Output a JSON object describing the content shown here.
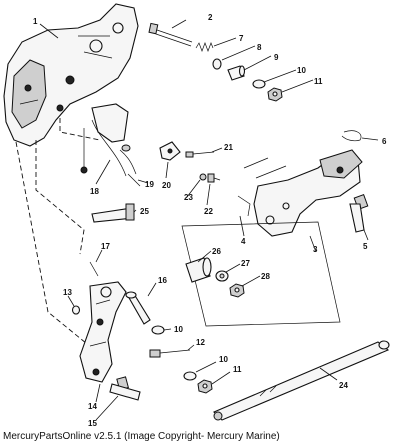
{
  "diagram": {
    "callouts": {
      "c1": "1",
      "c2": "2",
      "c3": "3",
      "c4": "4",
      "c5": "5",
      "c6": "6",
      "c7": "7",
      "c8": "8",
      "c9": "9",
      "c10a": "10",
      "c10b": "10",
      "c10c": "10",
      "c11a": "11",
      "c11b": "11",
      "c12": "12",
      "c13": "13",
      "c14": "14",
      "c15": "15",
      "c16": "16",
      "c17": "17",
      "c18": "18",
      "c19": "19",
      "c20": "20",
      "c21": "21",
      "c22": "22",
      "c23": "23",
      "c24": "24",
      "c25": "25",
      "c26": "26",
      "c27": "27",
      "c28": "28"
    }
  },
  "footer": {
    "copyright": "MercuryPartsOnline v2.5.1 (Image Copyright- Mercury Marine)"
  }
}
